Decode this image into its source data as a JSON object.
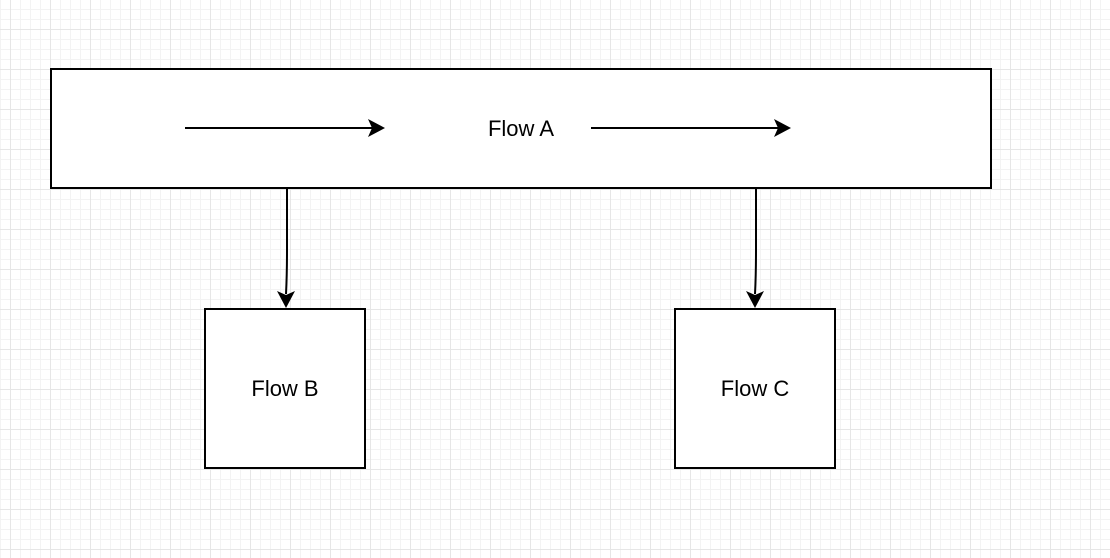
{
  "diagram": {
    "nodes": {
      "flow_a": {
        "label": "Flow A"
      },
      "flow_b": {
        "label": "Flow B"
      },
      "flow_c": {
        "label": "Flow C"
      }
    },
    "edges": [
      {
        "from": "flow_a",
        "to": "flow_b"
      },
      {
        "from": "flow_a",
        "to": "flow_c"
      }
    ],
    "stroke_color": "#000000",
    "grid_color": "#e6e6e6"
  }
}
